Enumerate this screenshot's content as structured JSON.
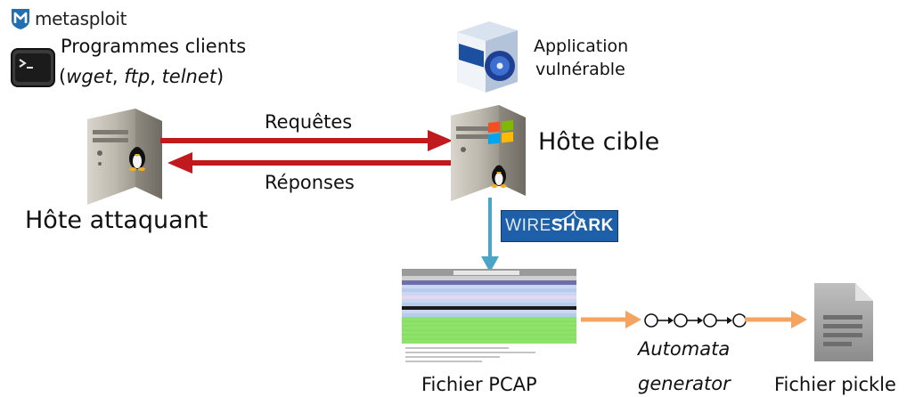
{
  "logos": {
    "metasploit": "metasploit",
    "wireshark_part1": "WIRE",
    "wireshark_part2": "SHARK"
  },
  "attacker": {
    "clients_title": "Programmes clients",
    "clients_open": "(",
    "client_1": "wget",
    "sep_1": ", ",
    "client_2": "ftp",
    "sep_2": ", ",
    "client_3": "telnet",
    "clients_close": ")",
    "host_label": "Hôte attaquant"
  },
  "target": {
    "app_line1": "Application",
    "app_line2": "vulnérable",
    "host_label": "Hôte cible"
  },
  "arrows": {
    "requests": "Requêtes",
    "responses": "Réponses"
  },
  "pipeline": {
    "pcap_label": "Fichier PCAP",
    "generator_line1": "Automata",
    "generator_line2": "generator",
    "pickle_label": "Fichier pickle"
  },
  "colors": {
    "request_arrow": "#c0191e",
    "capture_arrow": "#4aa6c9",
    "pipeline_arrow": "#f4a460",
    "metasploit_blue": "#1f6fb2",
    "wireshark_bg": "#1d5fa8"
  }
}
